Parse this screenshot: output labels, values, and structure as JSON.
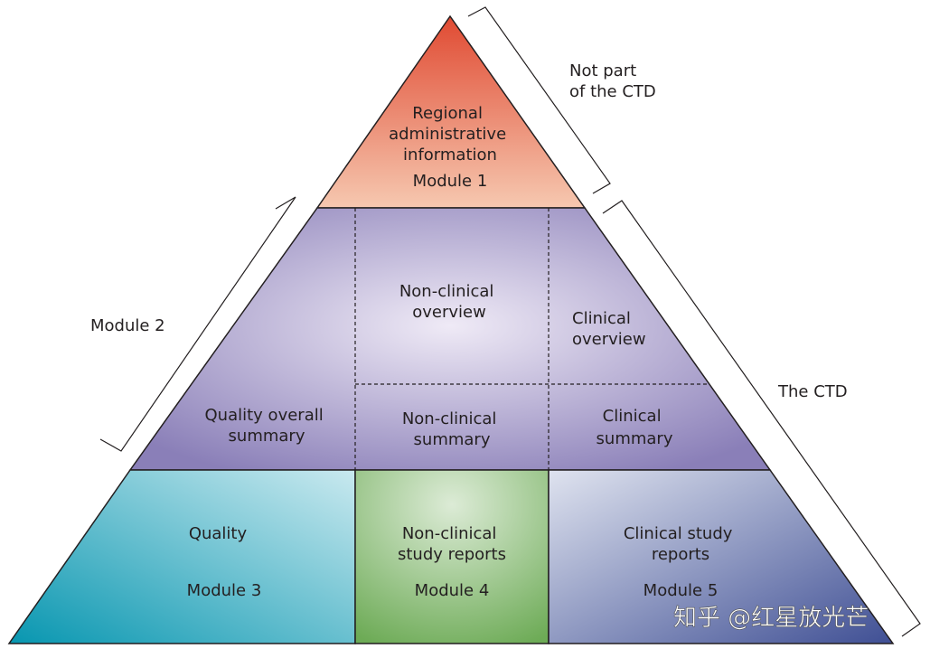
{
  "diagram": {
    "module1": {
      "lines": [
        "Regional",
        "administrative",
        "information"
      ],
      "module_label": "Module 1",
      "color_top": "#e04a32",
      "color_bottom": "#f6c8b0"
    },
    "module2": {
      "bracket_label": "Module 2",
      "quality_overall_summary": [
        "Quality overall",
        "summary"
      ],
      "nonclinical_overview": [
        "Non-clinical",
        "overview"
      ],
      "clinical_overview": [
        "Clinical",
        "overview"
      ],
      "nonclinical_summary": [
        "Non-clinical",
        "summary"
      ],
      "clinical_summary": [
        "Clinical",
        "summary"
      ],
      "color_light": "#efeaf6",
      "color_dark": "#8a7fb8"
    },
    "module3": {
      "lines": [
        "Quality"
      ],
      "module_label": "Module 3",
      "color_light": "#c9e9ef",
      "color_dark": "#0796b0"
    },
    "module4": {
      "lines": [
        "Non-clinical",
        "study reports"
      ],
      "module_label": "Module 4",
      "color_light": "#dcebd6",
      "color_dark": "#6dab56"
    },
    "module5": {
      "lines": [
        "Clinical study",
        "reports"
      ],
      "module_label": "Module 5",
      "color_light": "#dfe3ef",
      "color_dark": "#3f4f94"
    },
    "brackets": {
      "not_part": [
        "Not part",
        "of the CTD"
      ],
      "the_ctd": "The CTD"
    },
    "watermark": "知乎 @红星放光芒"
  }
}
